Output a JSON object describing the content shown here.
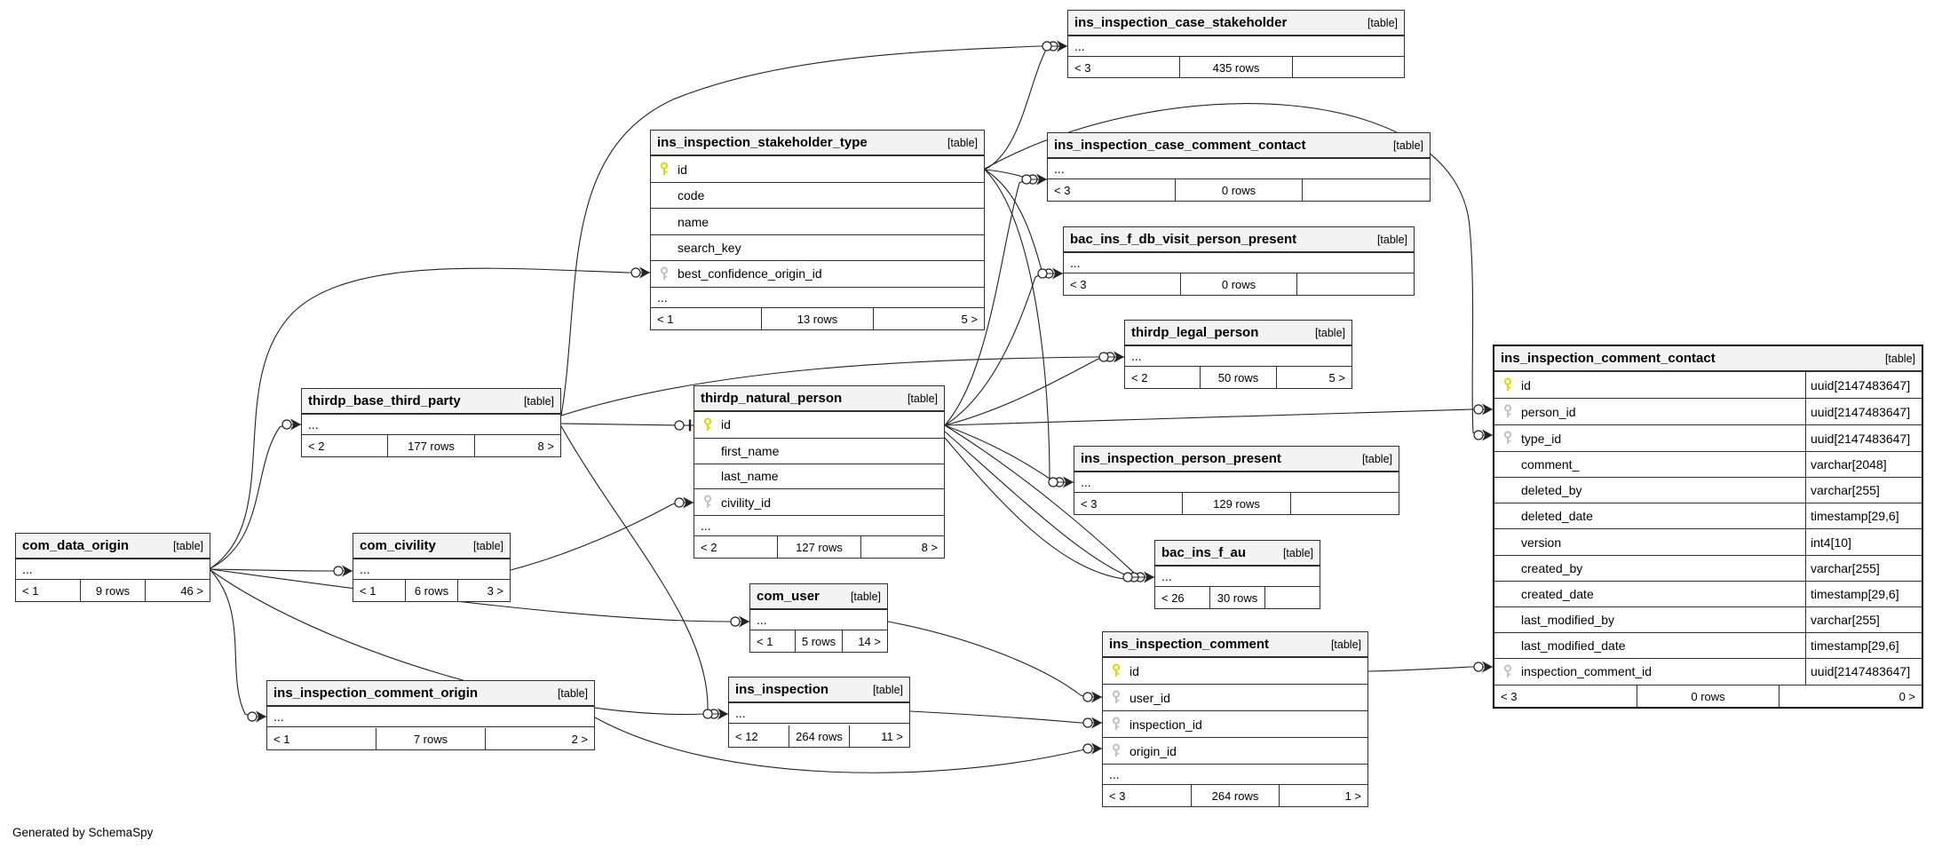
{
  "app": {
    "footer_note": "Generated by SchemaSpy"
  },
  "colors": {
    "pk_key": "#d9d900",
    "fk_key": "#c0c0c0",
    "header_bg": "#f3f3f3",
    "line": "#222222"
  },
  "tables": [
    {
      "id": "ins_inspection_case_stakeholder",
      "title": "ins_inspection_case_stakeholder",
      "tag": "[table]",
      "fields": [
        {
          "ellipsis": true,
          "name": "..."
        }
      ],
      "footer": {
        "left": "< 3",
        "center": "435 rows",
        "right": ""
      }
    },
    {
      "id": "ins_inspection_stakeholder_type",
      "title": "ins_inspection_stakeholder_type",
      "tag": "[table]",
      "fields": [
        {
          "name": "id",
          "key": "pk"
        },
        {
          "name": "code",
          "key": ""
        },
        {
          "name": "name",
          "key": ""
        },
        {
          "name": "search_key",
          "key": ""
        },
        {
          "name": "best_confidence_origin_id",
          "key": "fk"
        },
        {
          "ellipsis": true,
          "name": "..."
        }
      ],
      "footer": {
        "left": "< 1",
        "center": "13 rows",
        "right": "5 >"
      }
    },
    {
      "id": "ins_inspection_case_comment_contact",
      "title": "ins_inspection_case_comment_contact",
      "tag": "[table]",
      "fields": [
        {
          "ellipsis": true,
          "name": "..."
        }
      ],
      "footer": {
        "left": "< 3",
        "center": "0 rows",
        "right": ""
      }
    },
    {
      "id": "bac_ins_f_db_visit_person_present",
      "title": "bac_ins_f_db_visit_person_present",
      "tag": "[table]",
      "fields": [
        {
          "ellipsis": true,
          "name": "..."
        }
      ],
      "footer": {
        "left": "< 3",
        "center": "0 rows",
        "right": ""
      }
    },
    {
      "id": "thirdp_legal_person",
      "title": "thirdp_legal_person",
      "tag": "[table]",
      "fields": [
        {
          "ellipsis": true,
          "name": "..."
        }
      ],
      "footer": {
        "left": "< 2",
        "center": "50 rows",
        "right": "5 >"
      }
    },
    {
      "id": "thirdp_base_third_party",
      "title": "thirdp_base_third_party",
      "tag": "[table]",
      "fields": [
        {
          "ellipsis": true,
          "name": "..."
        }
      ],
      "footer": {
        "left": "< 2",
        "center": "177 rows",
        "right": "8 >"
      }
    },
    {
      "id": "thirdp_natural_person",
      "title": "thirdp_natural_person",
      "tag": "[table]",
      "fields": [
        {
          "name": "id",
          "key": "pk"
        },
        {
          "name": "first_name",
          "key": ""
        },
        {
          "name": "last_name",
          "key": ""
        },
        {
          "name": "civility_id",
          "key": "fk"
        },
        {
          "ellipsis": true,
          "name": "..."
        }
      ],
      "footer": {
        "left": "< 2",
        "center": "127 rows",
        "right": "8 >"
      }
    },
    {
      "id": "ins_inspection_person_present",
      "title": "ins_inspection_person_present",
      "tag": "[table]",
      "fields": [
        {
          "ellipsis": true,
          "name": "..."
        }
      ],
      "footer": {
        "left": "< 3",
        "center": "129 rows",
        "right": ""
      }
    },
    {
      "id": "com_data_origin",
      "title": "com_data_origin",
      "tag": "[table]",
      "fields": [
        {
          "ellipsis": true,
          "name": "..."
        }
      ],
      "footer": {
        "left": "< 1",
        "center": "9 rows",
        "right": "46 >"
      }
    },
    {
      "id": "com_civility",
      "title": "com_civility",
      "tag": "[table]",
      "fields": [
        {
          "ellipsis": true,
          "name": "..."
        }
      ],
      "footer": {
        "left": "< 1",
        "center": "6 rows",
        "right": "3 >"
      }
    },
    {
      "id": "bac_ins_f_au",
      "title": "bac_ins_f_au",
      "tag": "[table]",
      "fields": [
        {
          "ellipsis": true,
          "name": "..."
        }
      ],
      "footer": {
        "left": "< 26",
        "center": "30 rows",
        "right": ""
      }
    },
    {
      "id": "com_user",
      "title": "com_user",
      "tag": "[table]",
      "fields": [
        {
          "ellipsis": true,
          "name": "..."
        }
      ],
      "footer": {
        "left": "< 1",
        "center": "5 rows",
        "right": "14 >"
      }
    },
    {
      "id": "ins_inspection",
      "title": "ins_inspection",
      "tag": "[table]",
      "fields": [
        {
          "ellipsis": true,
          "name": "..."
        }
      ],
      "footer": {
        "left": "< 12",
        "center": "264 rows",
        "right": "11 >"
      }
    },
    {
      "id": "ins_inspection_comment_origin",
      "title": "ins_inspection_comment_origin",
      "tag": "[table]",
      "fields": [
        {
          "ellipsis": true,
          "name": "..."
        }
      ],
      "footer": {
        "left": "< 1",
        "center": "7 rows",
        "right": "2 >"
      }
    },
    {
      "id": "ins_inspection_comment",
      "title": "ins_inspection_comment",
      "tag": "[table]",
      "fields": [
        {
          "name": "id",
          "key": "pk"
        },
        {
          "name": "user_id",
          "key": "fk"
        },
        {
          "name": "inspection_id",
          "key": "fk"
        },
        {
          "name": "origin_id",
          "key": "fk"
        },
        {
          "ellipsis": true,
          "name": "..."
        }
      ],
      "footer": {
        "left": "< 3",
        "center": "264 rows",
        "right": "1 >"
      }
    },
    {
      "id": "ins_inspection_comment_contact",
      "title": "ins_inspection_comment_contact",
      "tag": "[table]",
      "fields": [
        {
          "name": "id",
          "key": "pk",
          "type": "uuid[2147483647]"
        },
        {
          "name": "person_id",
          "key": "fk",
          "type": "uuid[2147483647]"
        },
        {
          "name": "type_id",
          "key": "fk",
          "type": "uuid[2147483647]"
        },
        {
          "name": "comment_",
          "key": "",
          "type": "varchar[2048]"
        },
        {
          "name": "deleted_by",
          "key": "",
          "type": "varchar[255]"
        },
        {
          "name": "deleted_date",
          "key": "",
          "type": "timestamp[29,6]"
        },
        {
          "name": "version",
          "key": "",
          "type": "int4[10]"
        },
        {
          "name": "created_by",
          "key": "",
          "type": "varchar[255]"
        },
        {
          "name": "created_date",
          "key": "",
          "type": "timestamp[29,6]"
        },
        {
          "name": "last_modified_by",
          "key": "",
          "type": "varchar[255]"
        },
        {
          "name": "last_modified_date",
          "key": "",
          "type": "timestamp[29,6]"
        },
        {
          "name": "inspection_comment_id",
          "key": "fk",
          "type": "uuid[2147483647]"
        }
      ],
      "footer": {
        "left": "< 3",
        "center": "0 rows",
        "right": "0 >"
      }
    }
  ],
  "relationships": [
    {
      "from": "ins_inspection_stakeholder_type.id",
      "to": "ins_inspection_case_stakeholder"
    },
    {
      "from": "thirdp_base_third_party",
      "to": "ins_inspection_case_stakeholder"
    },
    {
      "from": "ins_inspection_stakeholder_type.id",
      "to": "ins_inspection_case_comment_contact"
    },
    {
      "from": "thirdp_natural_person.id",
      "to": "ins_inspection_case_comment_contact"
    },
    {
      "from": "ins_inspection_stakeholder_type.id",
      "to": "bac_ins_f_db_visit_person_present"
    },
    {
      "from": "thirdp_natural_person.id",
      "to": "bac_ins_f_db_visit_person_present"
    },
    {
      "from": "thirdp_base_third_party",
      "to": "thirdp_legal_person"
    },
    {
      "from": "thirdp_natural_person.id",
      "to": "thirdp_legal_person"
    },
    {
      "from": "thirdp_base_third_party",
      "to": "thirdp_natural_person.id"
    },
    {
      "from": "com_data_origin",
      "to": "ins_inspection_stakeholder_type.best_confidence_origin_id"
    },
    {
      "from": "com_data_origin",
      "to": "thirdp_base_third_party"
    },
    {
      "from": "com_data_origin",
      "to": "com_civility"
    },
    {
      "from": "com_data_origin",
      "to": "ins_inspection_comment_origin"
    },
    {
      "from": "com_data_origin",
      "to": "ins_inspection"
    },
    {
      "from": "com_data_origin",
      "to": "com_user"
    },
    {
      "from": "com_civility",
      "to": "thirdp_natural_person.civility_id"
    },
    {
      "from": "thirdp_base_third_party",
      "to": "ins_inspection"
    },
    {
      "from": "thirdp_natural_person.id",
      "to": "ins_inspection_person_present"
    },
    {
      "from": "ins_inspection_stakeholder_type.id",
      "to": "ins_inspection_person_present"
    },
    {
      "from": "thirdp_natural_person.id",
      "to": "bac_ins_f_au"
    },
    {
      "from": "thirdp_natural_person.id",
      "to": "bac_ins_f_au"
    },
    {
      "from": "thirdp_natural_person.id",
      "to": "bac_ins_f_au"
    },
    {
      "from": "com_user",
      "to": "ins_inspection_comment.user_id"
    },
    {
      "from": "ins_inspection",
      "to": "ins_inspection_comment.inspection_id"
    },
    {
      "from": "ins_inspection_comment_origin",
      "to": "ins_inspection_comment.origin_id"
    },
    {
      "from": "thirdp_natural_person.id",
      "to": "ins_inspection_comment_contact.person_id"
    },
    {
      "from": "ins_inspection_stakeholder_type.id",
      "to": "ins_inspection_comment_contact.type_id"
    },
    {
      "from": "ins_inspection_comment.id",
      "to": "ins_inspection_comment_contact.inspection_comment_id"
    }
  ]
}
